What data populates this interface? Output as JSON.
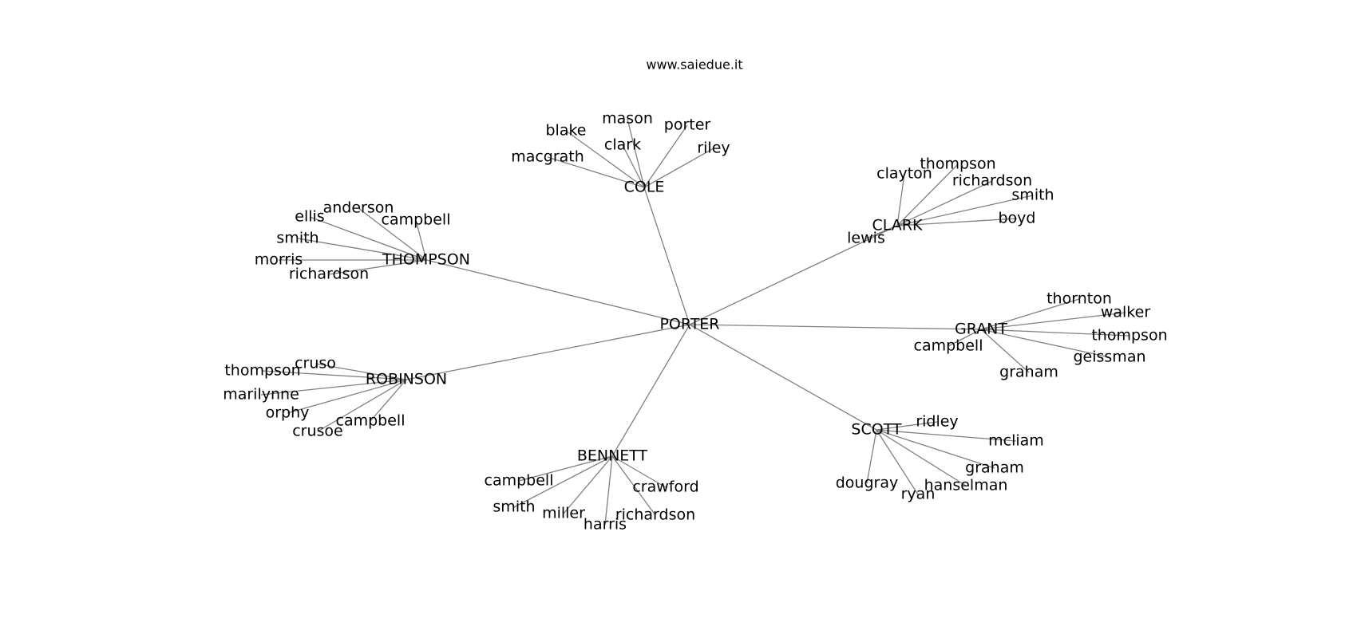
{
  "title": "www.saiedue.it",
  "root": "PORTER",
  "groups": [
    {
      "name": "COLE",
      "children": [
        "macgrath",
        "blake",
        "mason",
        "clark",
        "porter",
        "riley"
      ]
    },
    {
      "name": "CLARK",
      "children": [
        "lewis",
        "clayton",
        "thompson",
        "richardson",
        "smith",
        "boyd"
      ]
    },
    {
      "name": "THOMPSON",
      "children": [
        "anderson",
        "ellis",
        "campbell",
        "smith",
        "morris",
        "richardson"
      ]
    },
    {
      "name": "GRANT",
      "children": [
        "thornton",
        "walker",
        "thompson",
        "campbell",
        "geissman",
        "graham"
      ]
    },
    {
      "name": "ROBINSON",
      "children": [
        "cruso",
        "thompson",
        "marilynne",
        "orphy",
        "crusoe",
        "campbell"
      ]
    },
    {
      "name": "SCOTT",
      "children": [
        "ridley",
        "mcliam",
        "graham",
        "hanselman",
        "ryan",
        "dougray"
      ]
    },
    {
      "name": "BENNETT",
      "children": [
        "campbell",
        "smith",
        "miller",
        "harris",
        "richardson",
        "crawford"
      ]
    }
  ]
}
